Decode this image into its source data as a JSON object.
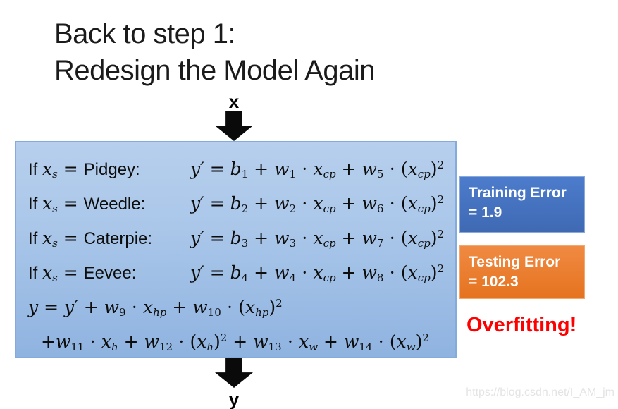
{
  "title": {
    "lines": [
      "Back to step 1:",
      "Redesign the Model Again"
    ]
  },
  "flow": {
    "input_label": "x",
    "output_label": "y"
  },
  "model": {
    "rows": [
      {
        "label": [
          [
            "t",
            "If "
          ],
          [
            "v",
            "x"
          ],
          [
            "vs",
            "s"
          ],
          [
            "m",
            " = "
          ],
          [
            "t",
            "Pidgey:"
          ]
        ],
        "formula": [
          [
            "v",
            "y′"
          ],
          [
            "m",
            " = "
          ],
          [
            "v",
            "b"
          ],
          [
            "ms",
            "1"
          ],
          [
            "m",
            " + "
          ],
          [
            "v",
            "w"
          ],
          [
            "ms",
            "1"
          ],
          [
            "m",
            " ⋅ "
          ],
          [
            "v",
            "x"
          ],
          [
            "vs",
            "cp"
          ],
          [
            "m",
            " + "
          ],
          [
            "v",
            "w"
          ],
          [
            "ms",
            "5"
          ],
          [
            "m",
            " ⋅ ("
          ],
          [
            "v",
            "x"
          ],
          [
            "vs",
            "cp"
          ],
          [
            "m",
            ")"
          ],
          [
            "mp",
            "2"
          ]
        ]
      },
      {
        "label": [
          [
            "t",
            "If "
          ],
          [
            "v",
            "x"
          ],
          [
            "vs",
            "s"
          ],
          [
            "m",
            " = "
          ],
          [
            "t",
            "Weedle:"
          ]
        ],
        "formula": [
          [
            "v",
            "y′"
          ],
          [
            "m",
            " = "
          ],
          [
            "v",
            "b"
          ],
          [
            "ms",
            "2"
          ],
          [
            "m",
            " + "
          ],
          [
            "v",
            "w"
          ],
          [
            "ms",
            "2"
          ],
          [
            "m",
            " ⋅ "
          ],
          [
            "v",
            "x"
          ],
          [
            "vs",
            "cp"
          ],
          [
            "m",
            " + "
          ],
          [
            "v",
            "w"
          ],
          [
            "ms",
            "6"
          ],
          [
            "m",
            " ⋅ ("
          ],
          [
            "v",
            "x"
          ],
          [
            "vs",
            "cp"
          ],
          [
            "m",
            ")"
          ],
          [
            "mp",
            "2"
          ]
        ]
      },
      {
        "label": [
          [
            "t",
            "If "
          ],
          [
            "v",
            "x"
          ],
          [
            "vs",
            "s"
          ],
          [
            "m",
            " = "
          ],
          [
            "t",
            "Caterpie:"
          ]
        ],
        "formula": [
          [
            "v",
            "y′"
          ],
          [
            "m",
            " = "
          ],
          [
            "v",
            "b"
          ],
          [
            "ms",
            "3"
          ],
          [
            "m",
            " + "
          ],
          [
            "v",
            "w"
          ],
          [
            "ms",
            "3"
          ],
          [
            "m",
            " ⋅ "
          ],
          [
            "v",
            "x"
          ],
          [
            "vs",
            "cp"
          ],
          [
            "m",
            " + "
          ],
          [
            "v",
            "w"
          ],
          [
            "ms",
            "7"
          ],
          [
            "m",
            " ⋅ ("
          ],
          [
            "v",
            "x"
          ],
          [
            "vs",
            "cp"
          ],
          [
            "m",
            ")"
          ],
          [
            "mp",
            "2"
          ]
        ]
      },
      {
        "label": [
          [
            "t",
            "If "
          ],
          [
            "v",
            "x"
          ],
          [
            "vs",
            "s"
          ],
          [
            "m",
            " = "
          ],
          [
            "t",
            "Eevee:"
          ]
        ],
        "formula": [
          [
            "v",
            "y′"
          ],
          [
            "m",
            " = "
          ],
          [
            "v",
            "b"
          ],
          [
            "ms",
            "4"
          ],
          [
            "m",
            " + "
          ],
          [
            "v",
            "w"
          ],
          [
            "ms",
            "4"
          ],
          [
            "m",
            " ⋅ "
          ],
          [
            "v",
            "x"
          ],
          [
            "vs",
            "cp"
          ],
          [
            "m",
            " + "
          ],
          [
            "v",
            "w"
          ],
          [
            "ms",
            "8"
          ],
          [
            "m",
            " ⋅ ("
          ],
          [
            "v",
            "x"
          ],
          [
            "vs",
            "cp"
          ],
          [
            "m",
            ")"
          ],
          [
            "mp",
            "2"
          ]
        ]
      }
    ],
    "extra": [
      [
        [
          "v",
          "y"
        ],
        [
          "m",
          " = "
        ],
        [
          "v",
          "y′"
        ],
        [
          "m",
          " + "
        ],
        [
          "v",
          "w"
        ],
        [
          "ms",
          "9"
        ],
        [
          "m",
          " ⋅ "
        ],
        [
          "v",
          "x"
        ],
        [
          "vs",
          "hp"
        ],
        [
          "m",
          " + "
        ],
        [
          "v",
          "w"
        ],
        [
          "ms",
          "10"
        ],
        [
          "m",
          " ⋅ ("
        ],
        [
          "v",
          "x"
        ],
        [
          "vs",
          "hp"
        ],
        [
          "m",
          ")"
        ],
        [
          "mp",
          "2"
        ]
      ],
      [
        [
          "m",
          "+"
        ],
        [
          "v",
          "w"
        ],
        [
          "ms",
          "11"
        ],
        [
          "m",
          " ⋅ "
        ],
        [
          "v",
          "x"
        ],
        [
          "vs",
          "h"
        ],
        [
          "m",
          " + "
        ],
        [
          "v",
          "w"
        ],
        [
          "ms",
          "12"
        ],
        [
          "m",
          " ⋅ ("
        ],
        [
          "v",
          "x"
        ],
        [
          "vs",
          "h"
        ],
        [
          "m",
          ")"
        ],
        [
          "mp",
          "2"
        ],
        [
          "m",
          " + "
        ],
        [
          "v",
          "w"
        ],
        [
          "ms",
          "13"
        ],
        [
          "m",
          " ⋅ "
        ],
        [
          "v",
          "x"
        ],
        [
          "vs",
          "w"
        ],
        [
          "m",
          " + "
        ],
        [
          "v",
          "w"
        ],
        [
          "ms",
          "14"
        ],
        [
          "m",
          " ⋅ ("
        ],
        [
          "v",
          "x"
        ],
        [
          "vs",
          "w"
        ],
        [
          "m",
          ")"
        ],
        [
          "mp",
          "2"
        ]
      ]
    ]
  },
  "results": {
    "training": {
      "title": "Training Error",
      "value": "= 1.9",
      "color": "#4472C4"
    },
    "testing": {
      "title": "Testing Error",
      "value": "= 102.3",
      "color": "#ED7D31"
    },
    "verdict": {
      "text": "Overfitting!",
      "color": "#FF0000"
    }
  },
  "watermark": "https://blog.csdn.net/I_AM_jm",
  "colors": {
    "model_box_fill": "#A9C6E9",
    "model_box_border": "#84ABDB",
    "arrow": "#000000",
    "title_text": "#1B1B1B"
  }
}
